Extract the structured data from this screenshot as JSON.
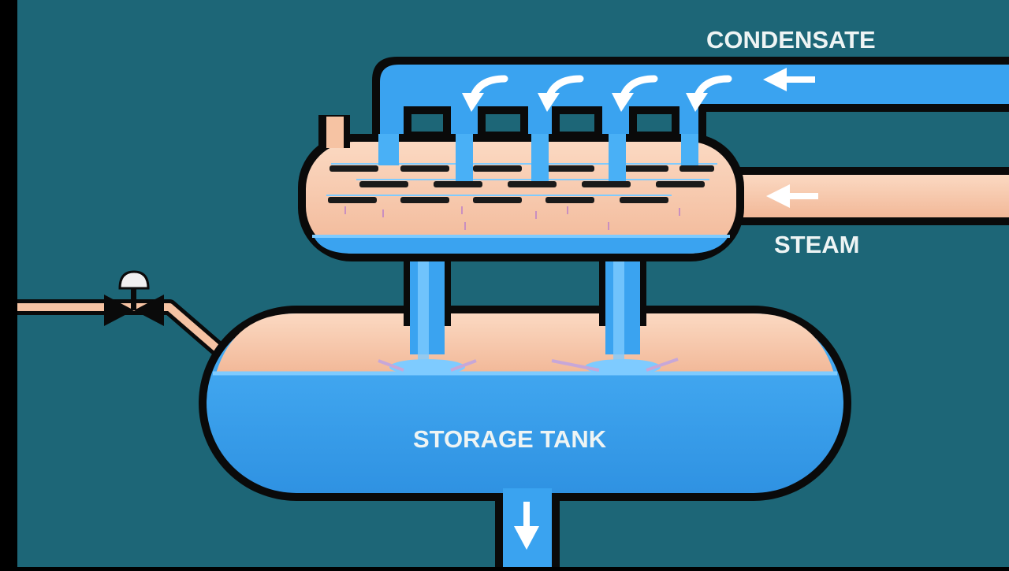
{
  "labels": {
    "condensate": "CONDENSATE",
    "steam": "STEAM",
    "storage_tank": "STORAGE TANK"
  },
  "colors": {
    "background": "#1d6677",
    "border_black": "#0a0a0a",
    "water_blue": "#3aa3f0",
    "water_light": "#7ecbff",
    "steam_peach": "#f6c3a3",
    "steam_light": "#fbd9c2",
    "tray_dark": "#1a1a1a",
    "label_white": "#eef4f4"
  },
  "icons": [
    "flow-arrow-icon",
    "curved-arrow-icon",
    "valve-icon",
    "down-arrow-icon"
  ]
}
